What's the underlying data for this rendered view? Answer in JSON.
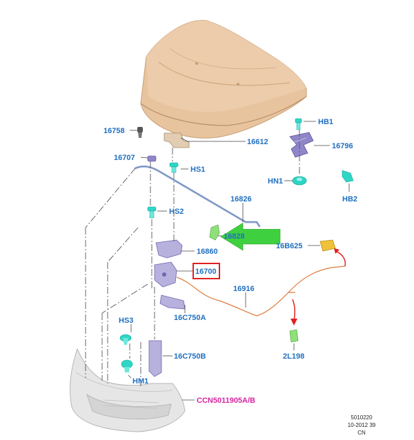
{
  "parts": {
    "p16758": "16758",
    "p16612": "16612",
    "p16707": "16707",
    "hs1": "HS1",
    "hb1": "HB1",
    "p16796": "16796",
    "hn1": "HN1",
    "hb2": "HB2",
    "p16826": "16826",
    "hs2": "HS2",
    "p16828": "16828",
    "p16b625": "16B625",
    "p16860": "16860",
    "p16700": "16700",
    "p16916": "16916",
    "p16c750a": "16C750A",
    "hs3": "HS3",
    "p2l198": "2L198",
    "p16c750b": "16C750B",
    "hm1": "HM1",
    "ccn": "CCN5011905A/B"
  },
  "reference": {
    "line1": "5010220",
    "line2": "10-2012 39",
    "line3": "CN"
  },
  "colors": {
    "label_blue": "#1f6fc0",
    "highlight_red": "#e02020",
    "arrow_green": "#3fd03f",
    "hood_tan": "#e8c49e",
    "cable_orange": "#e07a3a",
    "fastener_teal": "#2fd6c6",
    "bumper_gray": "#e6e6e6",
    "bracket_purple": "#8f86c9"
  }
}
